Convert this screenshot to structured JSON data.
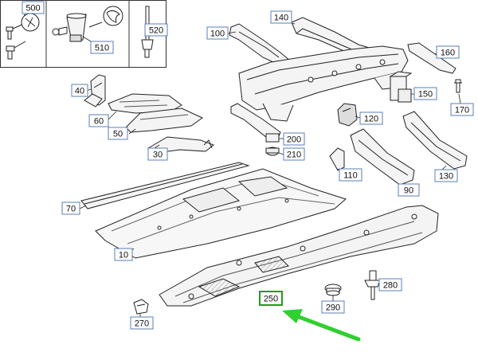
{
  "diagram": {
    "part_labels": [
      {
        "id": "p500",
        "text": "500"
      },
      {
        "id": "p510",
        "text": "510"
      },
      {
        "id": "p520",
        "text": "520"
      },
      {
        "id": "p140",
        "text": "140"
      },
      {
        "id": "p100",
        "text": "100"
      },
      {
        "id": "p160",
        "text": "160"
      },
      {
        "id": "p40",
        "text": "40"
      },
      {
        "id": "p150",
        "text": "150"
      },
      {
        "id": "p170",
        "text": "170"
      },
      {
        "id": "p60",
        "text": "60"
      },
      {
        "id": "p120",
        "text": "120"
      },
      {
        "id": "p50",
        "text": "50"
      },
      {
        "id": "p200",
        "text": "200"
      },
      {
        "id": "p210",
        "text": "210"
      },
      {
        "id": "p30",
        "text": "30"
      },
      {
        "id": "p110",
        "text": "110"
      },
      {
        "id": "p130",
        "text": "130"
      },
      {
        "id": "p90",
        "text": "90"
      },
      {
        "id": "p70",
        "text": "70"
      },
      {
        "id": "p10",
        "text": "10"
      },
      {
        "id": "p280",
        "text": "280"
      },
      {
        "id": "p250",
        "text": "250"
      },
      {
        "id": "p290",
        "text": "290"
      },
      {
        "id": "p270",
        "text": "270"
      }
    ],
    "highlighted_label": "250",
    "colors": {
      "label_border": "#5a7fb5",
      "label_fill": "#ffffff",
      "highlight_border": "#1e9e1e",
      "arrow": "#2fd02f",
      "line": "#222222",
      "part_fill": "#f4f4f4"
    }
  }
}
